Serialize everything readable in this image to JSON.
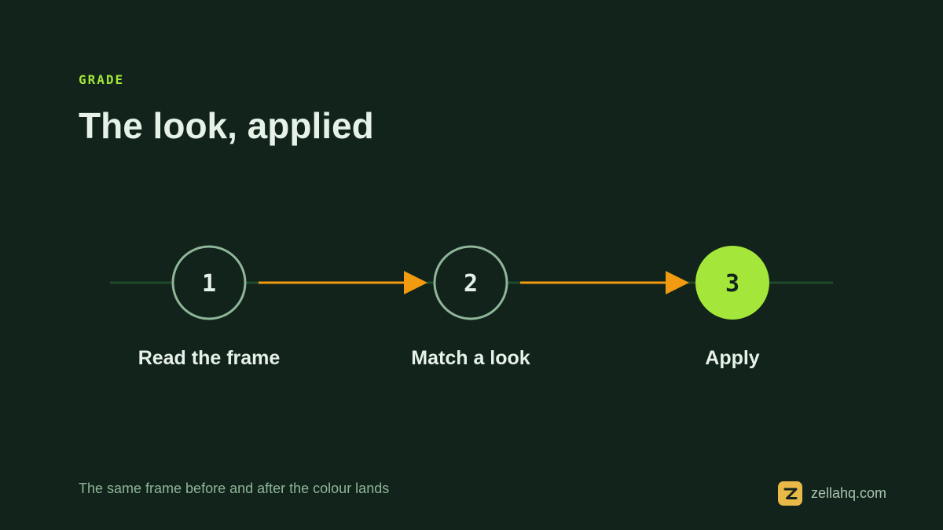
{
  "header": {
    "eyebrow": "GRADE",
    "title": "The look, applied"
  },
  "flow": {
    "steps": [
      {
        "number": "1",
        "label": "Read the frame",
        "active": false
      },
      {
        "number": "2",
        "label": "Match a look",
        "active": false
      },
      {
        "number": "3",
        "label": "Apply",
        "active": true
      }
    ],
    "connectors": [
      {
        "from": "1",
        "to": "2"
      },
      {
        "from": "2",
        "to": "3"
      }
    ]
  },
  "footer": {
    "caption": "The same frame before and after the colour lands",
    "brand": "zellahq.com",
    "brand_logo_icon": "z-logo-icon"
  },
  "colors": {
    "background": "#11231a",
    "accent": "#a4e63a",
    "arrow": "#f29a10",
    "ring": "#8fb59a",
    "track": "#204a2c",
    "brand_logo": "#e8b948"
  }
}
